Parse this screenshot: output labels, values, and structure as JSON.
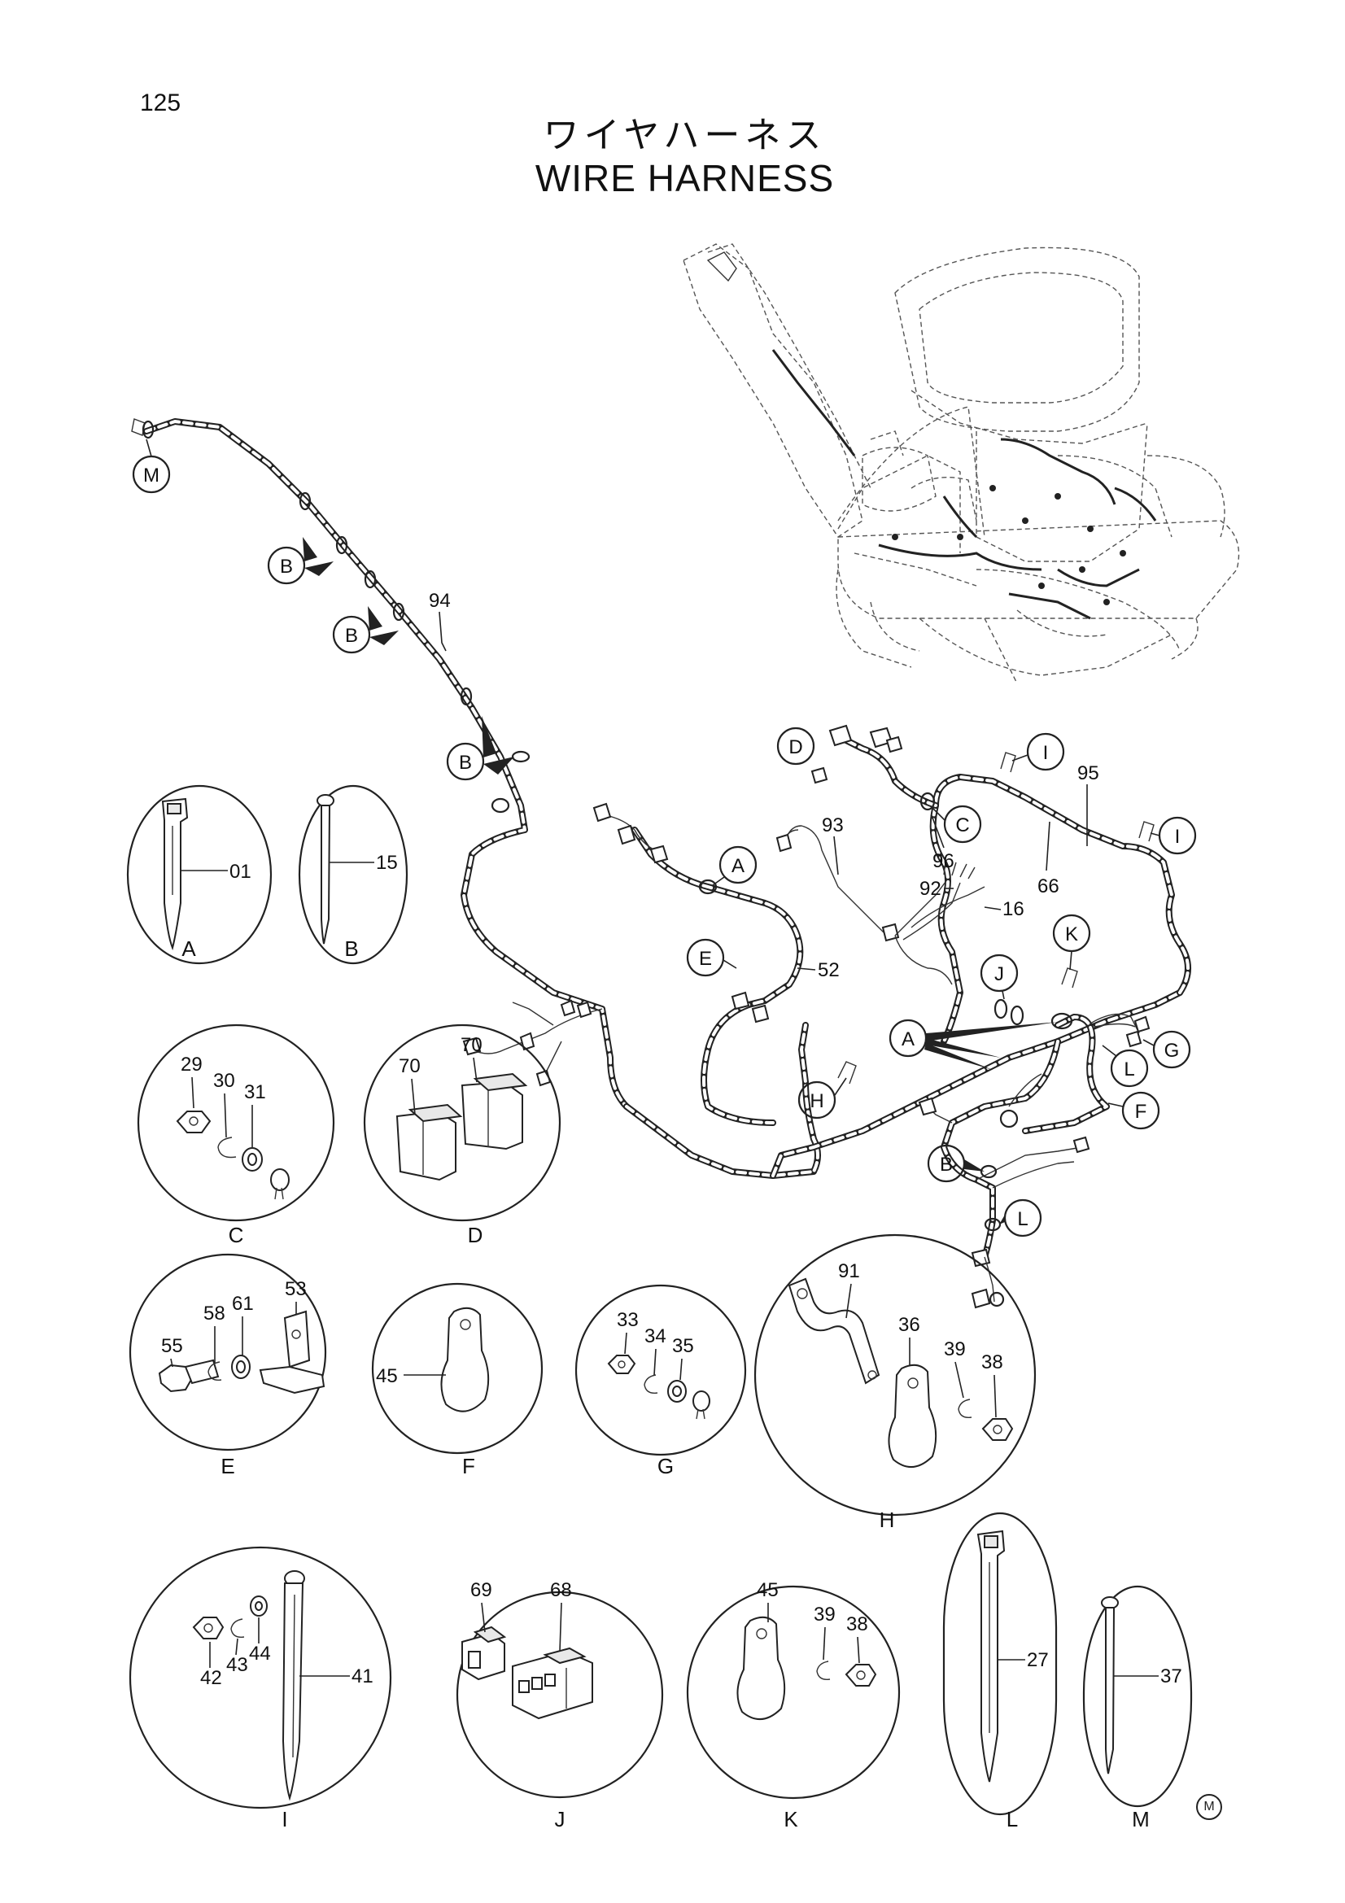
{
  "page_number": "125",
  "title_jp": "ワイヤハーネス",
  "title_en": "WIRE HARNESS",
  "corner_mark": "M",
  "callouts": {
    "A": "A",
    "B": "B",
    "C": "C",
    "D": "D",
    "E": "E",
    "F": "F",
    "G": "G",
    "H": "H",
    "I": "I",
    "J": "J",
    "K": "K",
    "L": "L",
    "M": "M"
  },
  "harness_numbers": {
    "n94": "94",
    "n95": "95",
    "n96": "96",
    "n93": "93",
    "n92": "92",
    "n16": "16",
    "n66": "66",
    "n52": "52"
  },
  "details": [
    {
      "id": "A",
      "caption": "A",
      "parts": [
        "01"
      ]
    },
    {
      "id": "B",
      "caption": "B",
      "parts": [
        "15"
      ]
    },
    {
      "id": "C",
      "caption": "C",
      "parts": [
        "29",
        "30",
        "31"
      ]
    },
    {
      "id": "D",
      "caption": "D",
      "parts": [
        "70",
        "70"
      ]
    },
    {
      "id": "E",
      "caption": "E",
      "parts": [
        "55",
        "58",
        "61",
        "53"
      ]
    },
    {
      "id": "F",
      "caption": "F",
      "parts": [
        "45"
      ]
    },
    {
      "id": "G",
      "caption": "G",
      "parts": [
        "33",
        "34",
        "35"
      ]
    },
    {
      "id": "H",
      "caption": "H",
      "parts": [
        "91",
        "36",
        "39",
        "38"
      ]
    },
    {
      "id": "I",
      "caption": "I",
      "parts": [
        "42",
        "43",
        "44",
        "41"
      ]
    },
    {
      "id": "J",
      "caption": "J",
      "parts": [
        "69",
        "68"
      ]
    },
    {
      "id": "K",
      "caption": "K",
      "parts": [
        "45",
        "39",
        "38"
      ]
    },
    {
      "id": "L",
      "caption": "L",
      "parts": [
        "27"
      ]
    },
    {
      "id": "M",
      "caption": "M",
      "parts": [
        "37"
      ]
    }
  ]
}
